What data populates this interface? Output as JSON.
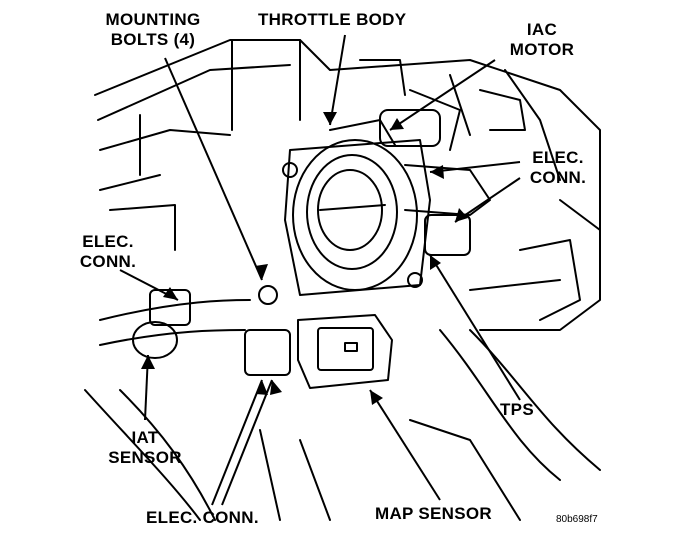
{
  "diagram": {
    "labels": {
      "mounting_bolts_line1": "MOUNTING",
      "mounting_bolts_line2": "BOLTS (4)",
      "throttle_body": "THROTTLE BODY",
      "iac_motor_line1": "IAC",
      "iac_motor_line2": "MOTOR",
      "elec_conn_right_line1": "ELEC.",
      "elec_conn_right_line2": "CONN.",
      "elec_conn_left_line1": "ELEC.",
      "elec_conn_left_line2": "CONN.",
      "tps": "TPS",
      "iat_sensor_line1": "IAT",
      "iat_sensor_line2": "SENSOR",
      "elec_conn_bottom": "ELEC. CONN.",
      "map_sensor": "MAP SENSOR",
      "figure_code": "80b698f7"
    }
  }
}
